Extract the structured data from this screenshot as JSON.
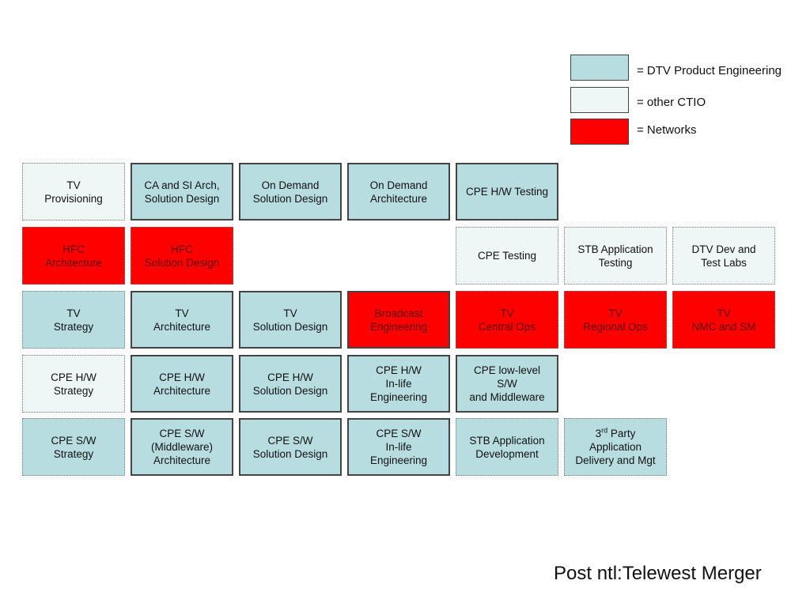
{
  "legend": [
    {
      "label": "= DTV Product Engineering",
      "color": "#b8dde1"
    },
    {
      "label": "= other CTIO",
      "color": "#eef6f6"
    },
    {
      "label": "= Networks",
      "color": "#ff0000"
    }
  ],
  "cells": {
    "r0": [
      "TV\nProvisioning",
      "CA and SI Arch,\nSolution Design",
      "On Demand\nSolution Design",
      "On Demand\nArchitecture",
      "CPE H/W Testing"
    ],
    "r1": [
      "HFC\nArchitecture",
      "HFC\nSolution Design",
      "CPE Testing",
      "STB Application\nTesting",
      "DTV Dev and\nTest Labs"
    ],
    "r2": [
      "TV\nStrategy",
      "TV\nArchitecture",
      "TV\nSolution Design",
      "Broadcast\nEngineering",
      "TV\nCentral Ops",
      "TV\nRegional Ops",
      "TV\nNMC and SM"
    ],
    "r3": [
      "CPE H/W\nStrategy",
      "CPE H/W\nArchitecture",
      "CPE H/W\nSolution Design",
      "CPE H/W\nIn-life\nEngineering",
      "CPE low-level\nS/W\nand Middleware"
    ],
    "r4": [
      "CPE S/W\nStrategy",
      "CPE S/W\n(Middleware)\nArchitecture",
      "CPE S/W\nSolution Design",
      "CPE S/W\nIn-life\nEngineering",
      "STB Application\nDevelopment"
    ],
    "third_party": {
      "num": "3",
      "sup": "rd",
      "rest": " Party\nApplication\nDelivery and Mgt"
    }
  },
  "footer": "Post ntl:Telewest Merger"
}
